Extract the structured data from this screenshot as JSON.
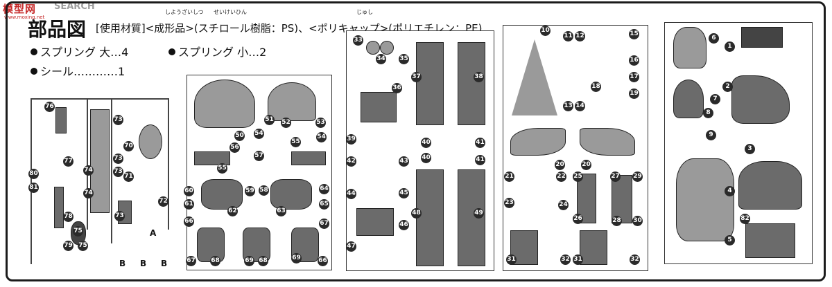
{
  "watermark": {
    "brand": "模型网",
    "site": "www.moxing.net",
    "tag": "SEARCH"
  },
  "header": {
    "title": "部品図",
    "materials": "[使用材質]<成形品>(スチロール樹脂：PS)、<ポリキャップ>(ポリエチレン：PE)",
    "ruby": [
      "しようざいしつ",
      "せいけいひん",
      "じゅし"
    ]
  },
  "accessories": [
    {
      "label": "スプリング 大…4"
    },
    {
      "label": "スプリング 小…2"
    },
    {
      "label": "シール…………1"
    }
  ],
  "panel1": {
    "numbers": [
      "76",
      "73",
      "70",
      "73",
      "77",
      "74",
      "73",
      "80",
      "74",
      "71",
      "81",
      "72",
      "73",
      "78",
      "75",
      "79",
      "75"
    ],
    "letters": [
      "A",
      "B",
      "B",
      "B"
    ]
  },
  "panel2": {
    "numbers": [
      "50",
      "51",
      "52",
      "53",
      "54",
      "56",
      "55",
      "54",
      "57",
      "55",
      "58",
      "59",
      "60",
      "64",
      "61",
      "65",
      "62",
      "63",
      "66",
      "67",
      "67",
      "68",
      "69",
      "68",
      "69",
      "66"
    ]
  },
  "panel3": {
    "numbers": [
      "33",
      "34",
      "35",
      "37",
      "38",
      "36",
      "39",
      "40",
      "41",
      "42",
      "43",
      "40",
      "41",
      "44",
      "45",
      "46",
      "48",
      "49",
      "47"
    ]
  },
  "panel4": {
    "numbers": [
      "10",
      "11",
      "12",
      "15",
      "16",
      "17",
      "18",
      "19",
      "13",
      "14",
      "20",
      "20",
      "21",
      "22",
      "25",
      "27",
      "29",
      "23",
      "24",
      "26",
      "28",
      "30",
      "31",
      "32",
      "31",
      "32"
    ]
  },
  "panel5": {
    "numbers": [
      "6",
      "1",
      "2",
      "7",
      "8",
      "9",
      "3",
      "4",
      "82",
      "5"
    ]
  },
  "colors": {
    "ink": "#1b1b1b",
    "part": "#6b6b6b",
    "watermark": "#c62828"
  }
}
